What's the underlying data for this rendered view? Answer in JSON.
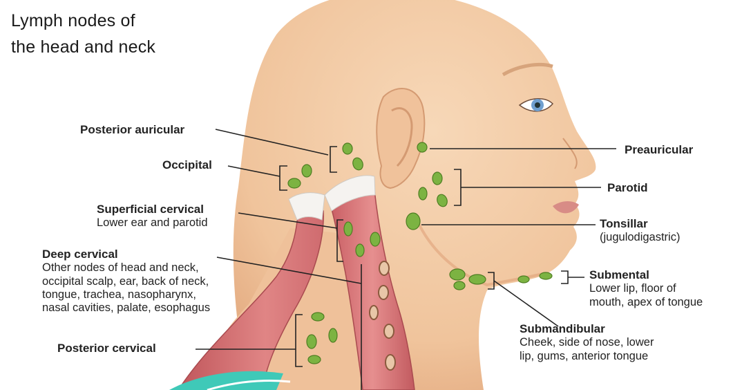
{
  "title": {
    "line1": "Lymph nodes of",
    "line2": "the head and neck"
  },
  "labels": {
    "posterior_auricular": "Posterior auricular",
    "occipital": "Occipital",
    "superficial_cervical": {
      "name": "Superficial cervical",
      "desc": [
        "Lower ear and parotid"
      ]
    },
    "deep_cervical": {
      "name": "Deep cervical",
      "desc": [
        "Other nodes of head and neck,",
        "occipital scalp, ear, back of neck,",
        "tongue, trachea, nasopharynx,",
        "nasal cavities, palate, esophagus"
      ]
    },
    "posterior_cervical": "Posterior cervical",
    "preauricular": "Preauricular",
    "parotid": "Parotid",
    "tonsillar": {
      "name": "Tonsillar",
      "desc": [
        "(jugulodigastric)"
      ]
    },
    "submental": {
      "name": "Submental",
      "desc": [
        "Lower lip, floor of",
        "mouth, apex of tongue"
      ]
    },
    "submandibular": {
      "name": "Submandibular",
      "desc": [
        "Cheek, side of nose, lower",
        "lip, gums, anterior tongue"
      ]
    }
  },
  "colors": {
    "skin": "#f2c9a4",
    "skin_shadow": "#e2a97f",
    "node": "#7cb342",
    "node_edge": "#4e7d22",
    "muscle": "#d9777a",
    "muscle_dark": "#b9555a",
    "tendon": "#f3f1ee",
    "iris": "#6f9fcf",
    "lips": "#d88c86",
    "accent_teal": "#3fc9b8",
    "leader_line": "#222222"
  }
}
